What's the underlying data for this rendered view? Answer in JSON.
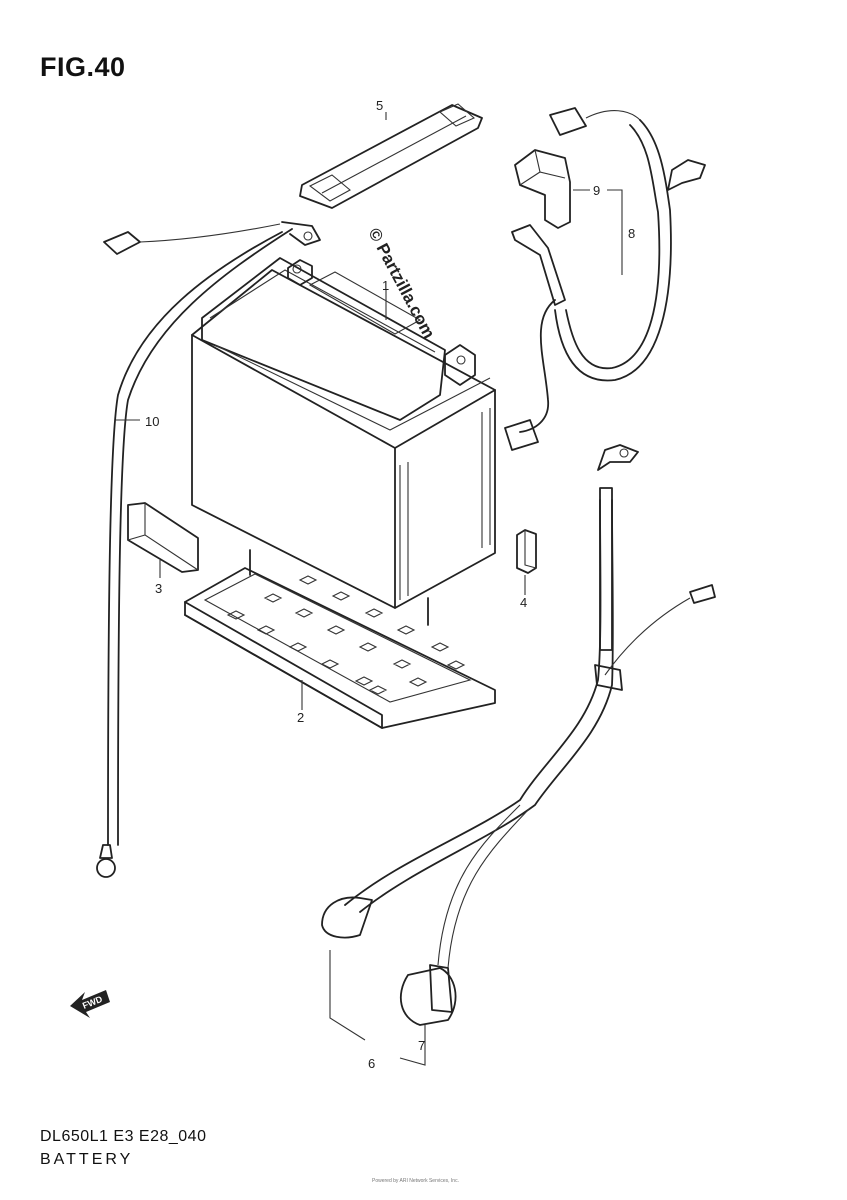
{
  "figure": {
    "title": "FIG.40",
    "code": "DL650L1 E3 E28_040",
    "name": "BATTERY",
    "watermark": "© Partzilla.com",
    "copyright": "Powered by ARI Network Services, Inc."
  },
  "callouts": {
    "c1": "1",
    "c2": "2",
    "c3": "3",
    "c4": "4",
    "c5": "5",
    "c6": "6",
    "c7": "7",
    "c8": "8",
    "c9": "9",
    "c10": "10"
  },
  "direction": {
    "label": "FWD",
    "icon": "forward-arrow-icon"
  }
}
